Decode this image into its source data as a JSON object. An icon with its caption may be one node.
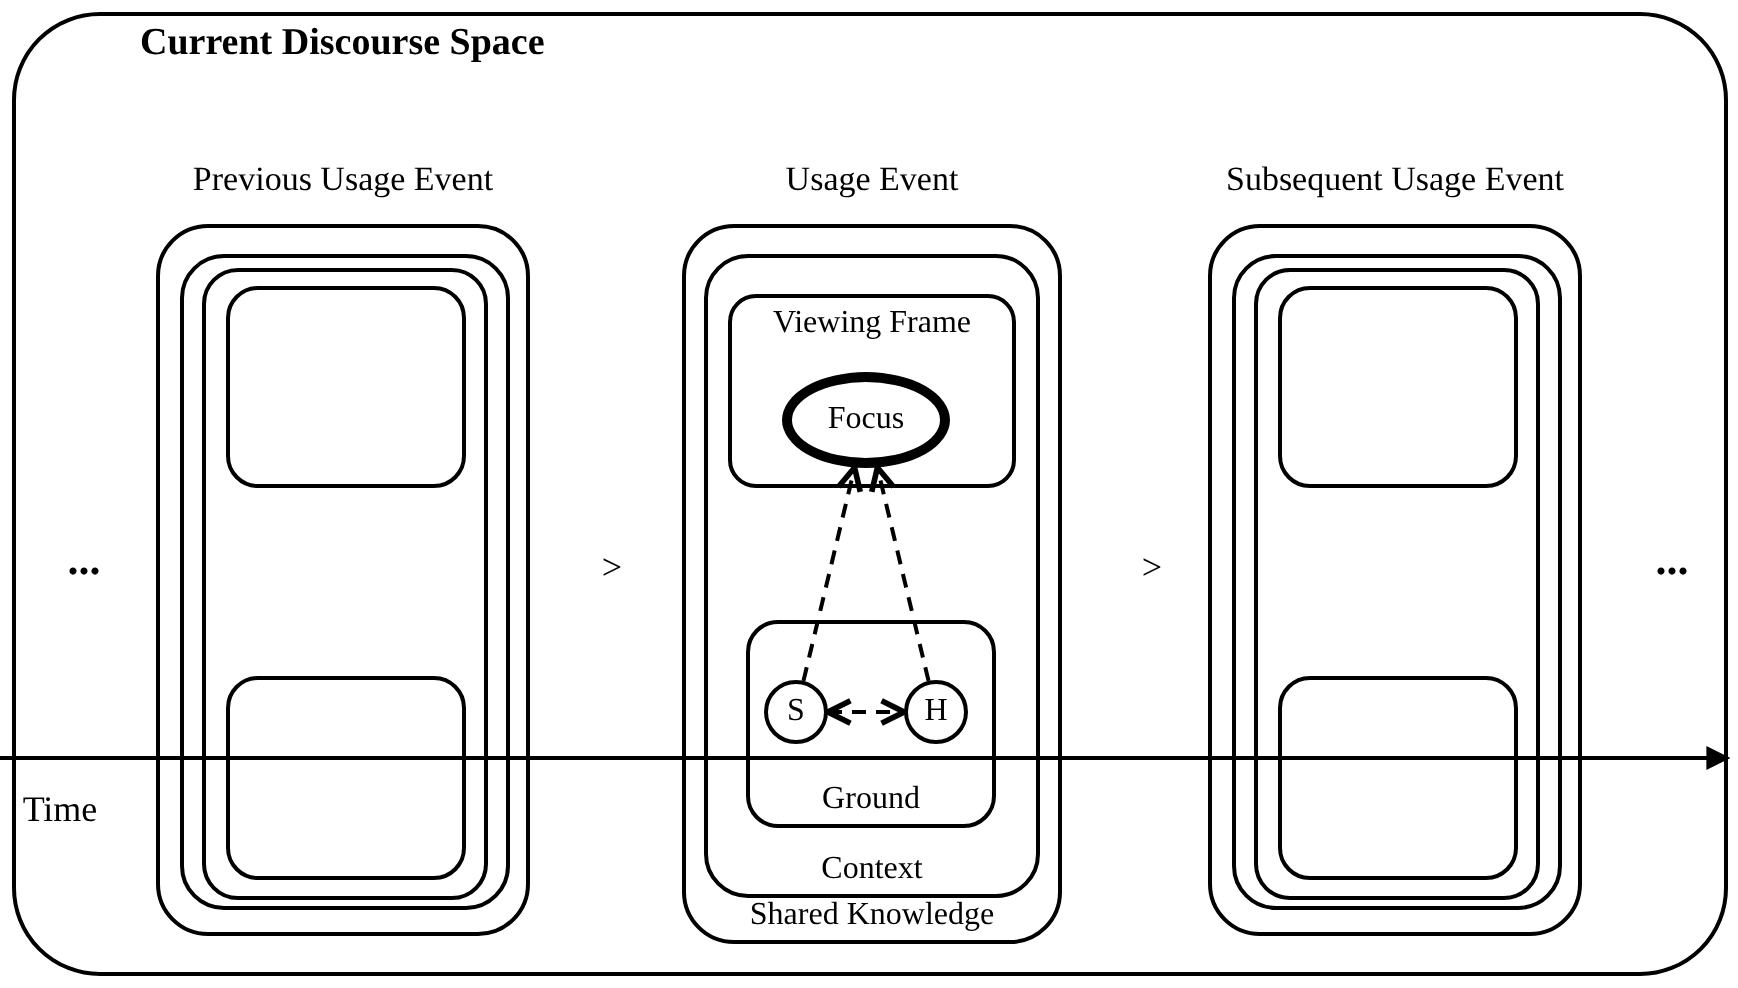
{
  "diagram": {
    "nodes": [
      {
        "text": [
          "Current Discourse Space"
        ]
      },
      {
        "text": [
          "Previous Usage Event"
        ],
        "in": 0
      },
      {
        "text": [],
        "shape": "box",
        "in": 1
      },
      {
        "text": [],
        "shape": "box",
        "in": 2
      },
      {
        "text": [],
        "shape": "box",
        "in": 3
      },
      {
        "text": [],
        "shape": "box",
        "in": 3
      },
      {
        "text": [
          "Usage Event",
          "Shared Knowledge"
        ],
        "in": 0
      },
      {
        "text": [
          "Context"
        ],
        "in": 6
      },
      {
        "text": [
          "Viewing Frame"
        ],
        "in": 7
      },
      {
        "text": [
          "Focus"
        ],
        "in": 8
      },
      {
        "text": [
          "Ground"
        ],
        "in": 7
      },
      {
        "text": [
          "S"
        ],
        "in": 10
      },
      {
        "text": [
          "H"
        ],
        "in": 10
      },
      {
        "text": [
          "Subsequent Usage Event"
        ],
        "in": 0
      },
      {
        "text": [],
        "shape": "box",
        "in": 13
      },
      {
        "text": [],
        "shape": "box",
        "in": 14
      },
      {
        "text": [],
        "shape": "box",
        "in": 15
      },
      {
        "text": [],
        "shape": "box",
        "in": 15
      }
    ],
    "edges": [
      {
        "from": 11,
        "to": 9,
        "arrow": "to",
        "style": "dashed"
      },
      {
        "from": 12,
        "to": 9,
        "arrow": "to",
        "style": "dashed"
      },
      {
        "from": 11,
        "to": 12,
        "arrow": "both",
        "style": "dashed"
      }
    ],
    "labels": [
      "...",
      ">",
      ">",
      "...",
      "Time"
    ]
  }
}
